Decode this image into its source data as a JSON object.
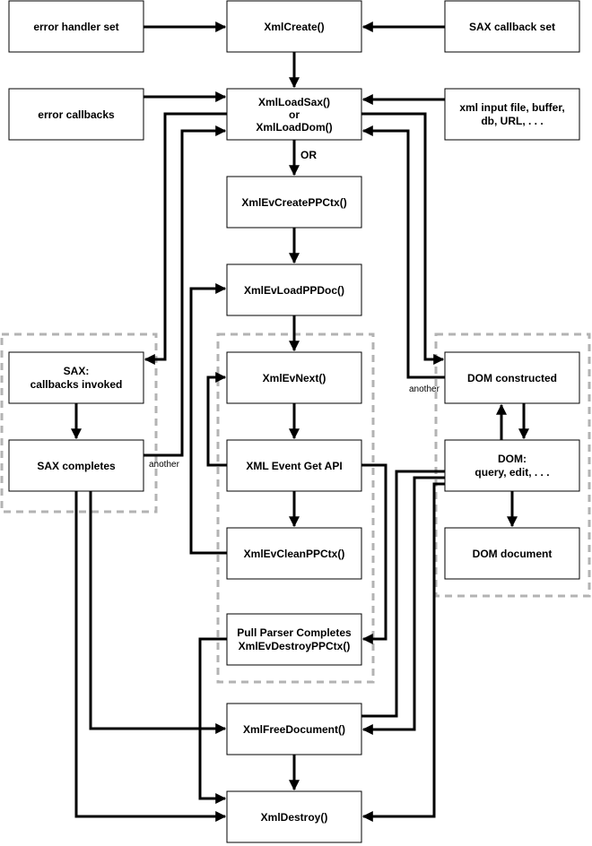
{
  "nodes": {
    "error_handler_set": "error handler set",
    "xml_create": "XmlCreate()",
    "sax_callback_set": "SAX callback set",
    "error_callbacks": "error callbacks",
    "xml_load_line1": "XmlLoadSax()",
    "xml_load_line2": "or",
    "xml_load_line3": "XmlLoadDom()",
    "xml_input_line1": "xml input file, buffer,",
    "xml_input_line2": "db, URL, . . .",
    "xml_ev_create_ppctx": "XmlEvCreatePPCtx()",
    "xml_ev_load_ppdoc": "XmlEvLoadPPDoc()",
    "sax_line1": "SAX:",
    "sax_line2": "callbacks invoked",
    "xml_ev_next": "XmlEvNext()",
    "dom_constructed": "DOM constructed",
    "sax_completes": "SAX completes",
    "xml_event_get_api": "XML Event Get API",
    "dom_query_line1": "DOM:",
    "dom_query_line2": "query, edit, . . .",
    "xml_ev_clean_ppctx": "XmlEvCleanPPCtx()",
    "dom_document": "DOM document",
    "pull_parser_line1": "Pull Parser Completes",
    "pull_parser_line2": "XmlEvDestroyPPCtx()",
    "xml_free_document": "XmlFreeDocument()",
    "xml_destroy": "XmlDestroy()"
  },
  "edge_labels": {
    "or": "OR",
    "another_sax": "another",
    "another_dom": "another"
  }
}
